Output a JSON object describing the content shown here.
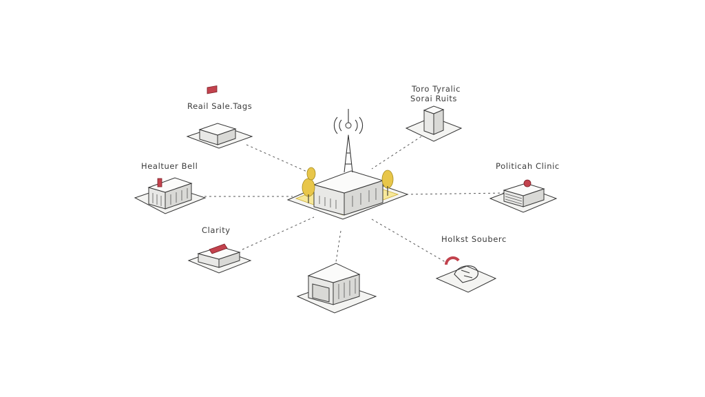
{
  "labels": {
    "top_right": [
      "Toro Tyralic",
      "Sorai Ruits"
    ],
    "top_left": "Reail Sale.Tags",
    "mid_left": "Healtuer Bell",
    "mid_right": "Politicah Clinic",
    "lower_left": "Clarity",
    "lower_right": "Holkst Souberc"
  },
  "colors": {
    "accent": "#c2424d",
    "tree": "#e8c64a",
    "hub_pad": "#f7e89a"
  },
  "icons": {
    "hub": "antenna-tower-icon",
    "signal": "signal-waves-icon"
  }
}
